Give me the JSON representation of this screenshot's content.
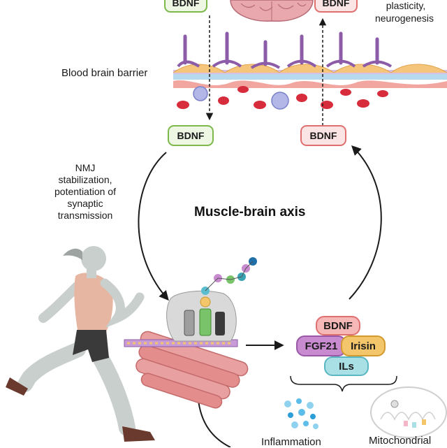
{
  "labels": {
    "bdnf_top_left": "BDNF",
    "bdnf_top_right": "BDNF",
    "plasticity": "plasticity,",
    "neurogenesis": "neurogenesis",
    "bbb": "Blood brain barrier",
    "bdnf_mid_left": "BDNF",
    "bdnf_mid_right": "BDNF",
    "nmj_lines": [
      "NMJ",
      "stabilization,",
      "potentiation of",
      "synaptic",
      "transmission"
    ],
    "axis_title": "Muscle-brain axis",
    "inflammation": "Inflammation",
    "mitochondrial": "Mitochondrial"
  },
  "myokines": {
    "bdnf": "BDNF",
    "fgf21": "FGF21",
    "irisin": "Irisin",
    "ils": "ILs"
  },
  "colors": {
    "green_border": "#7cb84a",
    "red_border": "#e07070",
    "bdnf_fill": "#f6b7b7",
    "fgf21_fill": "#c98bd0",
    "irisin_fill": "#f4c66b",
    "ils_fill": "#a9e0e6",
    "vessel_purple": "#8c5ca8",
    "muscle_red": "#e38d8d"
  }
}
